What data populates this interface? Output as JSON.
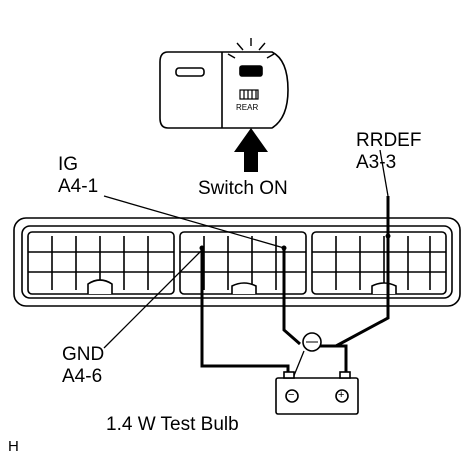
{
  "switch_panel": {
    "button_label": "REAR"
  },
  "instruction": "Switch ON",
  "terminals": {
    "ig": {
      "name": "IG",
      "pin": "A4-1"
    },
    "rrdef": {
      "name": "RRDEF",
      "pin": "A3-3"
    },
    "gnd": {
      "name": "GND",
      "pin": "A4-6"
    }
  },
  "test_bulb_label": "1.4 W Test Bulb",
  "battery": {
    "negative": "−",
    "positive": "+"
  },
  "figure_code": "H"
}
